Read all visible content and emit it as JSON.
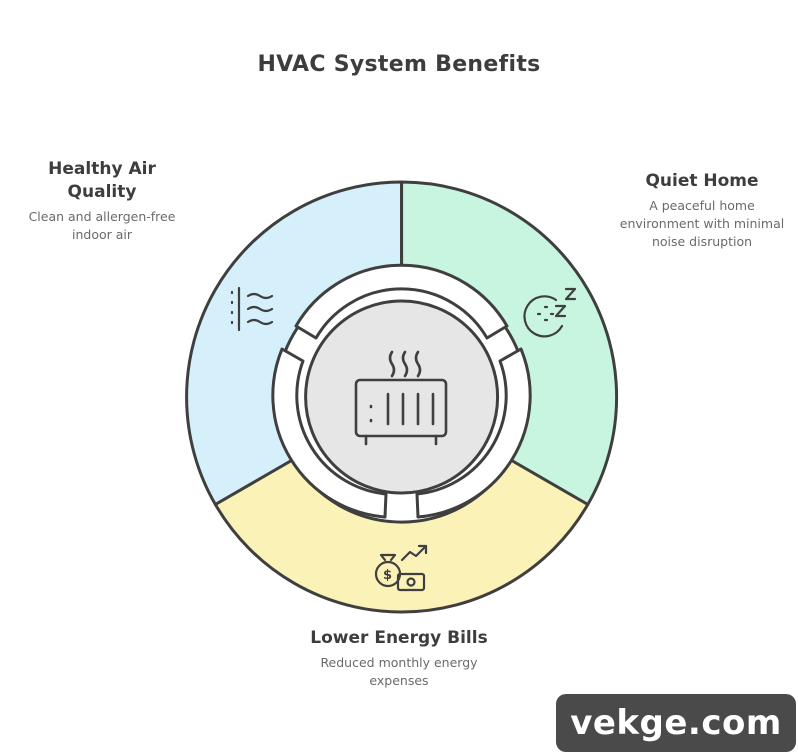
{
  "title": "HVAC System Benefits",
  "segments": [
    {
      "id": "healthy-air",
      "title": "Healthy Air Quality",
      "description": "Clean and allergen-free indoor air",
      "color": "#d6f0fb",
      "icon": "air-flow-icon"
    },
    {
      "id": "quiet-home",
      "title": "Quiet Home",
      "description": "A peaceful home environment with minimal noise disruption",
      "color": "#c8f5e0",
      "icon": "sleep-zz-icon"
    },
    {
      "id": "lower-bills",
      "title": "Lower Energy Bills",
      "description": "Reduced monthly energy expenses",
      "color": "#fbf2b8",
      "icon": "money-growth-icon"
    }
  ],
  "center": {
    "icon": "heater-radiator-icon",
    "color": "#e6e6e6"
  },
  "watermark": "vekge.com"
}
